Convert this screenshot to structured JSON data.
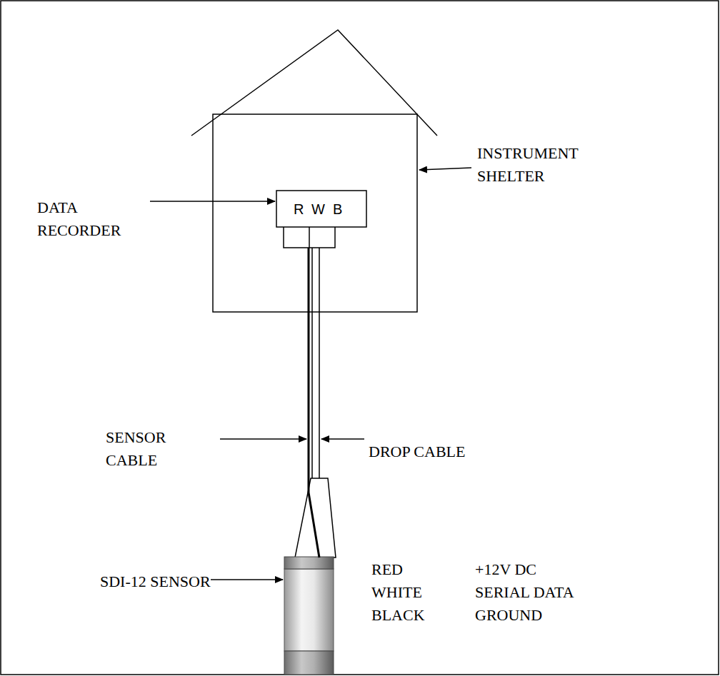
{
  "diagram": {
    "labels": [
      "INSTRUMENT SHELTER",
      "R",
      "W",
      "B",
      "DATA RECORDER",
      "SENSOR CABLE",
      "DROP CABLE",
      "SDI-12 SENSOR",
      "RED",
      "+12V DC",
      "WHITE",
      "SERIAL DATA",
      "BLACK",
      "GROUND"
    ]
  }
}
